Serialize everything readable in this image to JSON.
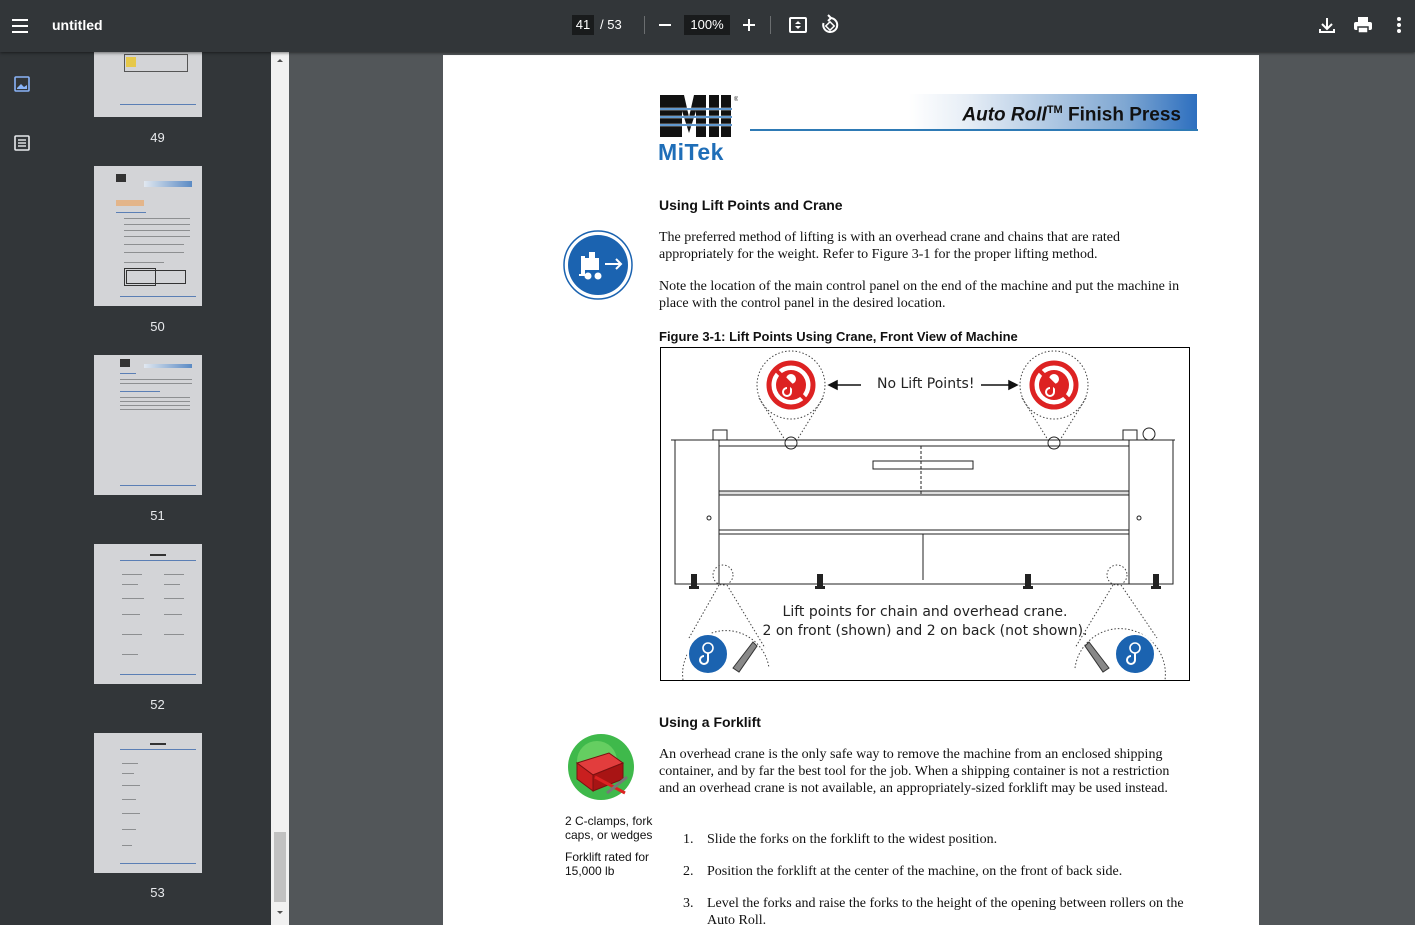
{
  "toolbar": {
    "title": "untitled",
    "current_page": "41",
    "total_pages": "/ 53",
    "zoom": "100%",
    "menu_icon": "hamburger-menu-icon",
    "icons": [
      "zoom-out-icon",
      "zoom-in-icon",
      "fit-page-icon",
      "rotate-icon",
      "download-icon",
      "print-icon",
      "more-vert-icon"
    ]
  },
  "rail": {
    "icons": [
      "thumbnail-view-icon",
      "outline-view-icon"
    ]
  },
  "thumbnails": [
    {
      "number": "49"
    },
    {
      "number": "50"
    },
    {
      "number": "51"
    },
    {
      "number": "52"
    },
    {
      "number": "53"
    }
  ],
  "page": {
    "logo_text": "MiTek",
    "banner_title_italic": "Auto Roll",
    "banner_tm": "TM",
    "banner_title_rest": " Finish Press",
    "section1_heading": "Using Lift Points and Crane",
    "section1_p1": "The preferred method of lifting is with an overhead crane and chains that are rated appropriately for the weight. Refer to Figure 3-1 for the proper lifting method.",
    "section1_p2": "Note the location of the main control panel on the end of the machine and put the machine in place with the control panel in the desired location.",
    "figure_caption": "Figure 3-1: Lift Points Using Crane, Front View of Machine",
    "figure_no_lift": "No Lift Points!",
    "figure_lift_line1": "Lift points for chain and overhead crane.",
    "figure_lift_line2": "2 on front (shown) and 2 on back (not shown).",
    "section2_heading": "Using a Forklift",
    "section2_p1": "An overhead crane is the only safe way to remove the machine from an enclosed shipping container, and by far the best tool for the job. When a shipping container is not a restriction and an overhead crane is not available, an appropriately-sized forklift may be used instead.",
    "side_note1": "2 C-clamps, fork caps, or wedges",
    "side_note2": "Forklift rated for 15,000 lb",
    "steps": [
      {
        "num": "1.",
        "text": "Slide the forks on the forklift to the widest position."
      },
      {
        "num": "2.",
        "text": "Position the forklift at the center of the machine, on the front of back side."
      },
      {
        "num": "3.",
        "text": "Level the forks and raise the forks to the height of the opening between rollers on the Auto Roll."
      }
    ]
  },
  "colors": {
    "toolbar_bg": "#323639",
    "viewer_bg": "#525659",
    "brand_blue": "#1f5fa6"
  }
}
